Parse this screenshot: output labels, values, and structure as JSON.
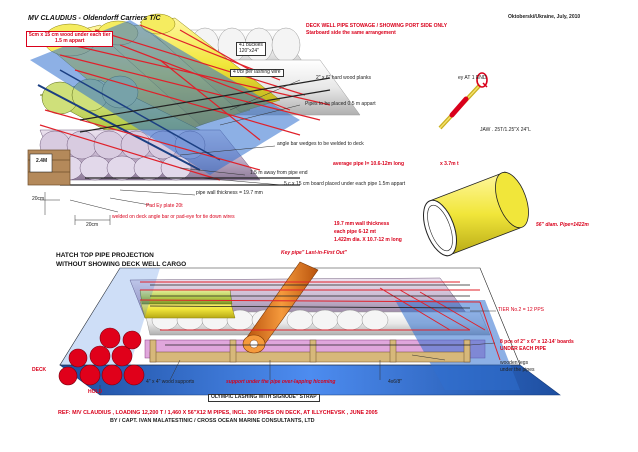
{
  "title": "MV CLAUDIUS - Oldendorff Carriers T/C",
  "location_date": "Oktoberski/Ukraine, July, 2010",
  "stowage_title": "DECK WELL PIPE STOWAGE / SHOWING PORT SIDE ONLY",
  "stowage_subtitle": "Starboard side the same arrangement",
  "notes": {
    "wood_under_tier_1": "5cm x 15 cm wood under each tier",
    "wood_under_tier_2": "1.5 m appart",
    "buckle_1": "41 buckles",
    "buckle_2": "120\"x24\"",
    "lashing_wire": "4 t/b/ per lashing wire",
    "wood_planks": "2\" x 6\" hard wood planks",
    "pipes_placed": "Pipes to be placed 0.5 m appart",
    "eye_end": "ey AT 1 END",
    "jaw": "JAW  .  25T/1.25\"X 24\"L",
    "angle_bar": "angle bar wedges to be welded to deck",
    "average_pipe": "average pipe l= 10.6-12m long",
    "pipe_length": "x 3.7m t",
    "away_from_end": "1.5 m away from pipe end",
    "board_under": "5 c x 15 cm board placed under each pipe 1.5m appart",
    "wall_thickness": "pipe wall thickness = 19.7 mm",
    "height": "2.4M",
    "dim_left": "20cm",
    "pad_eye": "Pad Ey plate 20t",
    "welded": "welded on deck angle bar or pad-eye for tie down wires",
    "dim_bottom": "20cm",
    "pipe_spec_1": "19.7 mm wall thickness",
    "pipe_spec_2": "each pipe 6-12 mt",
    "pipe_spec_3": "1.422m dia. X 10.7-12 m long",
    "pipe_diameter": "56\" diam. Pipe=1422m",
    "hatch_title_1": "HATCH TOP PIPE PROJECTION",
    "hatch_title_2": "WITHOUT SHOWING DECK WELL CARGO",
    "key_pipe": "Key pipe\" Last-in-First Out\"",
    "tier_note": "TIER No.2 = 12 PPS",
    "boards_1": "8 pcs of 2\" x 6\" x 12-14' boards",
    "boards_2": "UNDER EACH PIPE",
    "wooden_legs_1": "wooden legs",
    "wooden_legs_2": "under the pipes",
    "deck": "DECK",
    "wood_supports": "4\" x 4\" wood supports",
    "support_note": "support under the pipe over-lapping hicoming",
    "timber_size": "4x6/8\"",
    "hold": "HOLD",
    "strap": "OLYMPIC LASHING WITH SIGNODE\" STRAP",
    "ref": "REF: M/V CLAUDIUS , LOADING 12,200 T / 1,460 X 56\"X12 M PIPES,  INCL. 300 PIPES ON DECK, AT ILLYCHEVSK , JUNE 2005",
    "author": "BY / CAPT. IVAN MALATESTINIC / CROSS OCEAN MARINE CONSULTANTS, LTD"
  },
  "colors": {
    "pipe_yellow": "#f1e63a",
    "pipe_green": "#b9cf4f",
    "pipe_lavender": "#c7b6cf",
    "pipe_grey": "#e8e8e8",
    "deck_blue": "#2f6fd0",
    "lashing_red": "#e0202a",
    "key_pipe_orange": "#e87a1c",
    "pipe_red": "#e0001a",
    "text_red": "#d9001b"
  }
}
